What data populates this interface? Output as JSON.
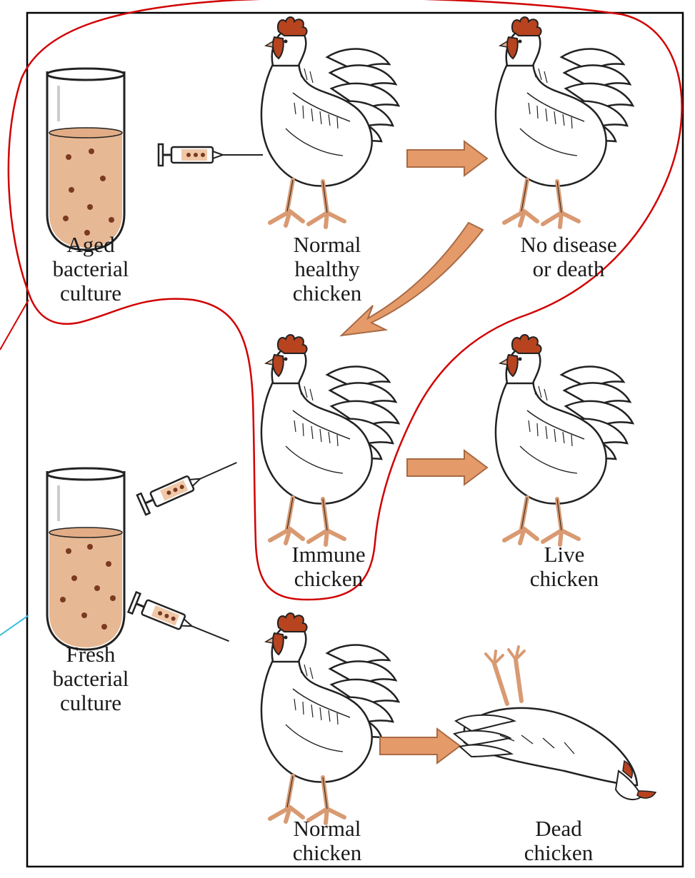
{
  "colors": {
    "culture": "#e7b894",
    "dots": "#7a3a22",
    "comb": "#b7431f",
    "legs": "#d99a72",
    "arrow": "#e59a6a",
    "annotation_red": "#d10000",
    "annotation_cyan": "#3cbfd8",
    "frame": "#000000"
  },
  "labels": {
    "aged_culture": [
      "Aged",
      "bacterial",
      "culture"
    ],
    "fresh_culture": [
      "Fresh",
      "bacterial",
      "culture"
    ],
    "normal_healthy": [
      "Normal",
      "healthy",
      "chicken"
    ],
    "no_disease": [
      "No disease",
      "or death"
    ],
    "immune": [
      "Immune",
      "chicken"
    ],
    "live": [
      "Live",
      "chicken"
    ],
    "normal": [
      "Normal",
      "chicken"
    ],
    "dead": [
      "Dead",
      "chicken"
    ]
  },
  "icons": {
    "test_tube": "test-tube-icon",
    "syringe": "syringe-icon",
    "chicken": "chicken-icon",
    "dead_chicken": "dead-chicken-icon",
    "arrow": "arrow-icon"
  }
}
